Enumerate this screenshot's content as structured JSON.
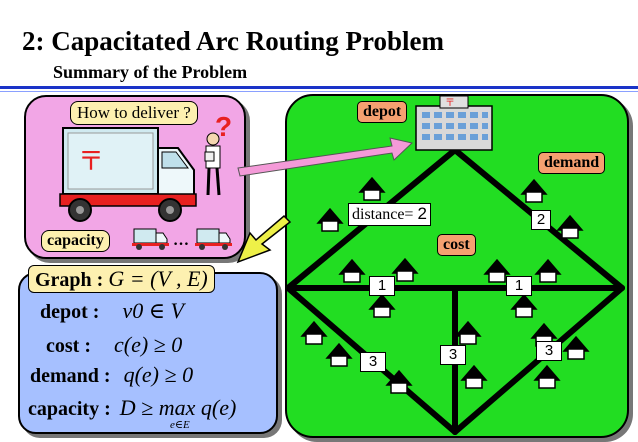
{
  "header": {
    "title": "2: Capacitated Arc Routing Problem",
    "subtitle": "Summary of the Problem"
  },
  "scene": {
    "question": "How to deliver ?",
    "question_mark": "?",
    "capacity_tag": "capacity",
    "ellipsis": "…"
  },
  "graph_panel": {
    "depot_tag": "depot",
    "demand_tag": "demand",
    "cost_tag": "cost",
    "distance_label": "distance=",
    "distance_value": "2",
    "demand_value_upper": "2",
    "edge_weights_mid": [
      "1",
      "1"
    ],
    "edge_weights_low": [
      "3",
      "3",
      "3"
    ]
  },
  "definitions": {
    "graph_label": "Graph :",
    "graph_expr": "G = (V , E)",
    "depot_label": "depot  :",
    "depot_expr": "v0 ∈ V",
    "cost_label": "cost   :",
    "cost_expr": "c(e) ≥ 0",
    "demand_label": "demand :",
    "demand_expr": "q(e) ≥ 0",
    "capacity_label": "capacity :",
    "capacity_expr": "D ≥ max q(e)",
    "capacity_sub": "e∈E"
  },
  "colors": {
    "green_panel": "#22dd22",
    "pink_panel": "#f2a6e6",
    "blue_panel": "#a6c0ff",
    "arrow_pink": "#f49ad8",
    "arrow_yellow": "#eef048",
    "tag_orange": "#f5a070"
  }
}
